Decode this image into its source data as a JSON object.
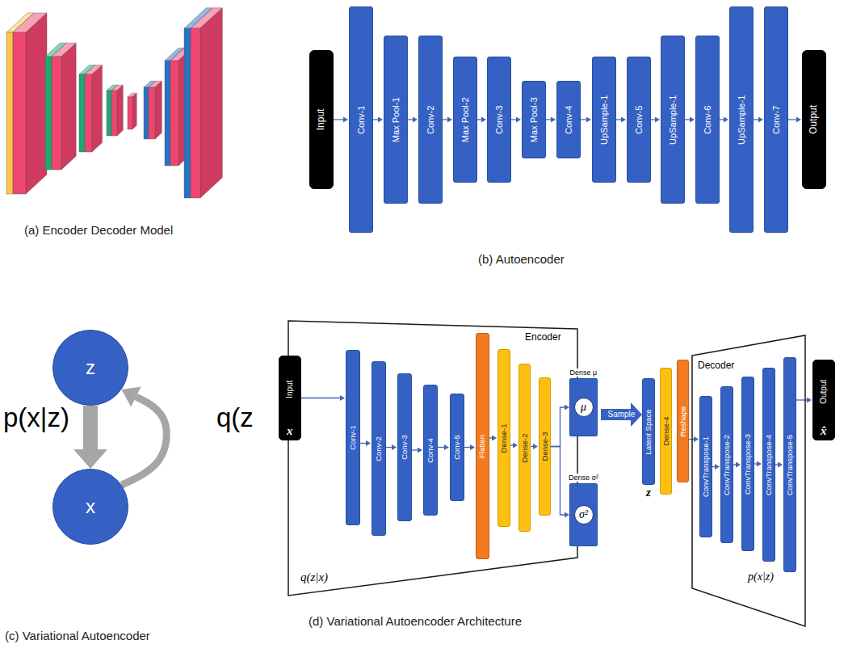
{
  "diagram": {
    "nodes": [
      {
        "text": [
          "Input"
        ]
      },
      {
        "text": [
          "Conv-1"
        ]
      },
      {
        "text": [
          "Max Pool-1"
        ]
      },
      {
        "text": [
          "Conv-2"
        ]
      },
      {
        "text": [
          "Max Pool-2"
        ]
      },
      {
        "text": [
          "Conv-3"
        ]
      },
      {
        "text": [
          "Max Pool-3"
        ]
      },
      {
        "text": [
          "Conv-4"
        ]
      },
      {
        "text": [
          "UpSample-1"
        ]
      },
      {
        "text": [
          "Conv-5"
        ]
      },
      {
        "text": [
          "UpSample-1"
        ]
      },
      {
        "text": [
          "Conv-6"
        ]
      },
      {
        "text": [
          "UpSample-1"
        ]
      },
      {
        "text": [
          "Conv-7"
        ]
      },
      {
        "text": [
          "Output"
        ]
      },
      {
        "text": [
          "z"
        ]
      },
      {
        "text": [
          "x"
        ]
      },
      {
        "text": [
          "Input",
          "x"
        ]
      },
      {
        "text": [
          "Encoder",
          "q(z|x)"
        ]
      },
      {
        "text": [
          "Conv-1"
        ],
        "in": 18
      },
      {
        "text": [
          "Conv-2"
        ],
        "in": 18
      },
      {
        "text": [
          "Conv-3"
        ],
        "in": 18
      },
      {
        "text": [
          "Conv-4"
        ],
        "in": 18
      },
      {
        "text": [
          "Conv-5"
        ],
        "in": 18
      },
      {
        "text": [
          "Flatten"
        ],
        "in": 18
      },
      {
        "text": [
          "Dense-1"
        ],
        "in": 18
      },
      {
        "text": [
          "Dense-2"
        ],
        "in": 18
      },
      {
        "text": [
          "Dense-3"
        ],
        "in": 18
      },
      {
        "text": [
          "Dense μ",
          "μ"
        ],
        "in": 18
      },
      {
        "text": [
          "Dense σ²",
          "σ²"
        ],
        "in": 18
      },
      {
        "text": [
          "Latent Space",
          "z"
        ]
      },
      {
        "text": [
          "Dense-4"
        ]
      },
      {
        "text": [
          "Reshape"
        ]
      },
      {
        "text": [
          "Decoder",
          "p(x|z)"
        ]
      },
      {
        "text": [
          "ConvTranspose-1"
        ],
        "in": 33
      },
      {
        "text": [
          "ConvTranspose-2"
        ],
        "in": 33
      },
      {
        "text": [
          "ConvTranspose-3"
        ],
        "in": 33
      },
      {
        "text": [
          "ConvTranspose-4"
        ],
        "in": 33
      },
      {
        "text": [
          "ConvTranspose-5"
        ],
        "in": 33
      },
      {
        "text": [
          "Output",
          "x̂"
        ]
      }
    ],
    "edges": [
      {
        "from": 0,
        "to": 1,
        "arrow": "to"
      },
      {
        "from": 1,
        "to": 2,
        "arrow": "to"
      },
      {
        "from": 2,
        "to": 3,
        "arrow": "to"
      },
      {
        "from": 3,
        "to": 4,
        "arrow": "to"
      },
      {
        "from": 4,
        "to": 5,
        "arrow": "to"
      },
      {
        "from": 5,
        "to": 6,
        "arrow": "to"
      },
      {
        "from": 6,
        "to": 7,
        "arrow": "to"
      },
      {
        "from": 7,
        "to": 8,
        "arrow": "to"
      },
      {
        "from": 8,
        "to": 9,
        "arrow": "to"
      },
      {
        "from": 9,
        "to": 10,
        "arrow": "to"
      },
      {
        "from": 10,
        "to": 11,
        "arrow": "to"
      },
      {
        "from": 11,
        "to": 12,
        "arrow": "to"
      },
      {
        "from": 12,
        "to": 13,
        "arrow": "to"
      },
      {
        "from": 13,
        "to": 14,
        "arrow": "to"
      },
      {
        "from": 15,
        "to": 16,
        "label": "p(x|z)",
        "arrow": "to"
      },
      {
        "from": 16,
        "to": 15,
        "label": "q(z",
        "arrow": "to"
      },
      {
        "from": 17,
        "to": 19,
        "arrow": "to"
      },
      {
        "from": 19,
        "to": 20,
        "arrow": "to"
      },
      {
        "from": 20,
        "to": 21,
        "arrow": "to"
      },
      {
        "from": 21,
        "to": 22,
        "arrow": "to"
      },
      {
        "from": 22,
        "to": 23,
        "arrow": "to"
      },
      {
        "from": 23,
        "to": 24,
        "arrow": "to"
      },
      {
        "from": 24,
        "to": 25,
        "arrow": "to"
      },
      {
        "from": 25,
        "to": 26,
        "arrow": "to"
      },
      {
        "from": 26,
        "to": 27,
        "arrow": "to"
      },
      {
        "from": 27,
        "to": 28,
        "arrow": "to"
      },
      {
        "from": 27,
        "to": 29,
        "arrow": "to"
      },
      {
        "from": 18,
        "to": 30,
        "label": "Sample",
        "arrow": "to"
      },
      {
        "from": 32,
        "to": 34,
        "arrow": "to"
      },
      {
        "from": 34,
        "to": 35,
        "arrow": "to"
      },
      {
        "from": 35,
        "to": 36,
        "arrow": "to"
      },
      {
        "from": 36,
        "to": 37,
        "arrow": "to"
      },
      {
        "from": 37,
        "to": 38,
        "arrow": "to"
      },
      {
        "from": 38,
        "to": 39,
        "arrow": "to"
      }
    ],
    "labels": [
      "(a) Encoder Decoder Model",
      "(b) Autoencoder",
      "(c) Variational Autoencoder",
      "(d) Variational Autoencoder Architecture"
    ]
  }
}
